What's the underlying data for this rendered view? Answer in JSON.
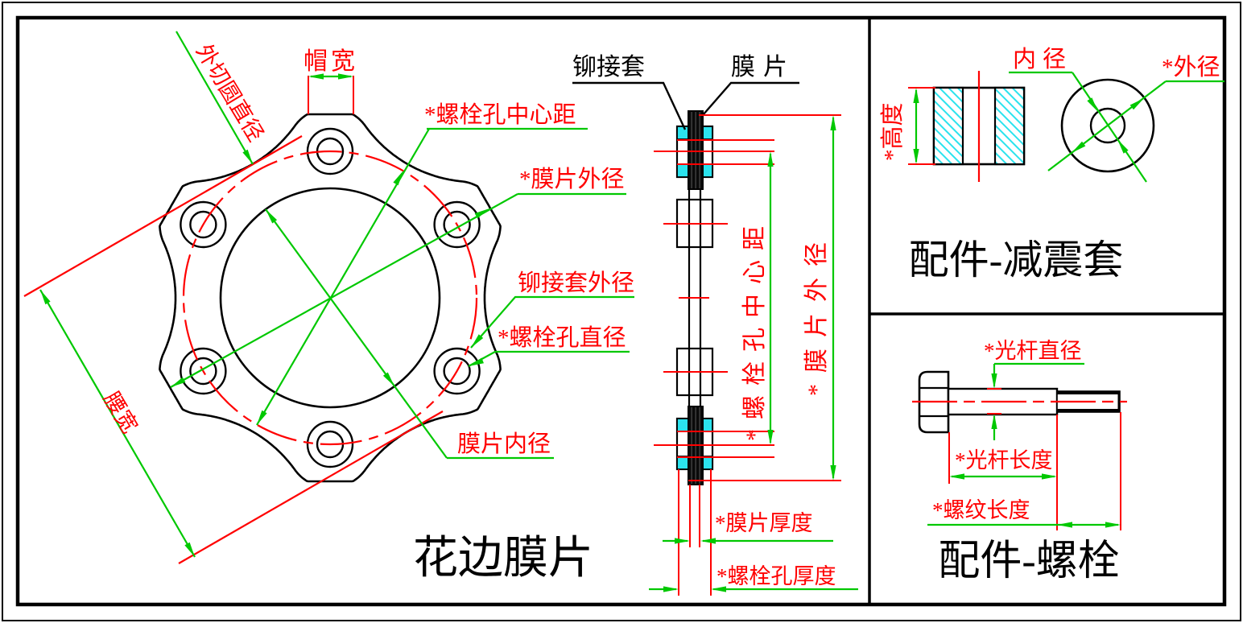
{
  "colors": {
    "red": "#FF0000",
    "green": "#00C800",
    "cyan": "#2BE3EE",
    "black": "#000000"
  },
  "flange": {
    "title": "花边膜片",
    "labels": {
      "cap_width": "帽宽",
      "circumscribed_diameter": "外切圆直径",
      "bolt_hole_center_distance": "*螺栓孔中心距",
      "diaphragm_outer_diameter": "*膜片外径",
      "rivet_sleeve_outer_diameter": "铆接套外径",
      "bolt_hole_diameter": "*螺栓孔直径",
      "diaphragm_inner_diameter": "膜片内径",
      "waist_width": "腰宽"
    }
  },
  "side_view": {
    "labels": {
      "rivet_sleeve": "铆接套",
      "diaphragm": "膜片",
      "bolt_hole_center_distance": "*螺栓孔中心距",
      "diaphragm_outer_diameter": "*膜片外径",
      "diaphragm_thickness": "*膜片厚度",
      "bolt_hole_thickness": "*螺栓孔厚度"
    }
  },
  "damper_panel": {
    "title": "配件-减震套",
    "labels": {
      "inner_diameter": "内径",
      "outer_diameter": "*外径",
      "height": "*高度"
    }
  },
  "bolt_panel": {
    "title": "配件-螺栓",
    "labels": {
      "rod_diameter": "*光杆直径",
      "rod_length": "*光杆长度",
      "thread_length": "*螺纹长度"
    }
  }
}
